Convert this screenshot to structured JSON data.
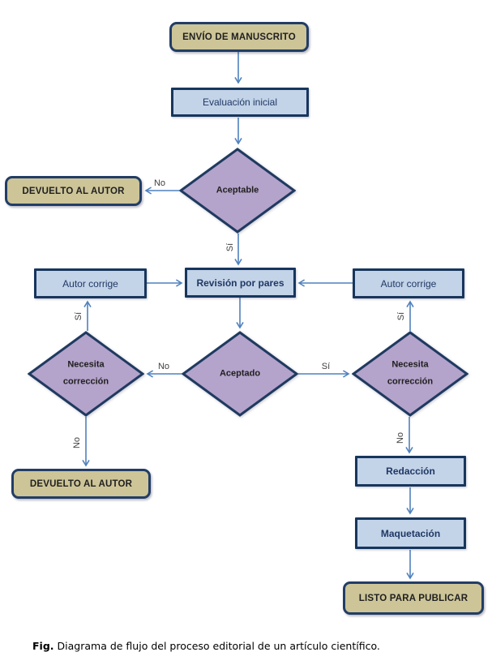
{
  "colors": {
    "tan_fill": "#cdc598",
    "tan_border": "#223d66",
    "blue_fill": "#c3d3e8",
    "blue_border": "#17365d",
    "purple_fill": "#b4a3cb",
    "purple_border": "#1f3a60",
    "arrow": "#4f81bd",
    "label": "#404040",
    "blue_text": "#1f3864",
    "dark_text": "#1f1f1f"
  },
  "nodes": {
    "envio": {
      "label": "ENVÍO DE MANUSCRITO"
    },
    "evaluacion": {
      "label": "Evaluación inicial"
    },
    "aceptable": {
      "label": "Aceptable"
    },
    "devuelto_top": {
      "label": "DEVUELTO AL AUTOR"
    },
    "revision": {
      "label": "Revisión por pares"
    },
    "autor_izq": {
      "label": "Autor corrige"
    },
    "autor_der": {
      "label": "Autor corrige"
    },
    "aceptado": {
      "label": "Aceptado"
    },
    "necesita_izq": {
      "label": "Necesita corrección"
    },
    "necesita_der": {
      "label": "Necesita corrección"
    },
    "devuelto_bottom": {
      "label": "DEVUELTO AL AUTOR"
    },
    "redaccion": {
      "label": "Redacción"
    },
    "maquetacion": {
      "label": "Maquetación"
    },
    "listo": {
      "label": "LISTO PARA PUBLICAR"
    }
  },
  "edge_labels": {
    "aceptable_no": "No",
    "aceptable_si": "Sí",
    "aceptado_no": "No",
    "aceptado_si": "Sí",
    "necesita_izq_si": "Sí",
    "necesita_izq_no": "No",
    "necesita_der_si": "Sí",
    "necesita_der_no": "No"
  },
  "caption": {
    "prefix": "Fig.",
    "text": "Diagrama de flujo del proceso editorial de un artículo científico."
  }
}
